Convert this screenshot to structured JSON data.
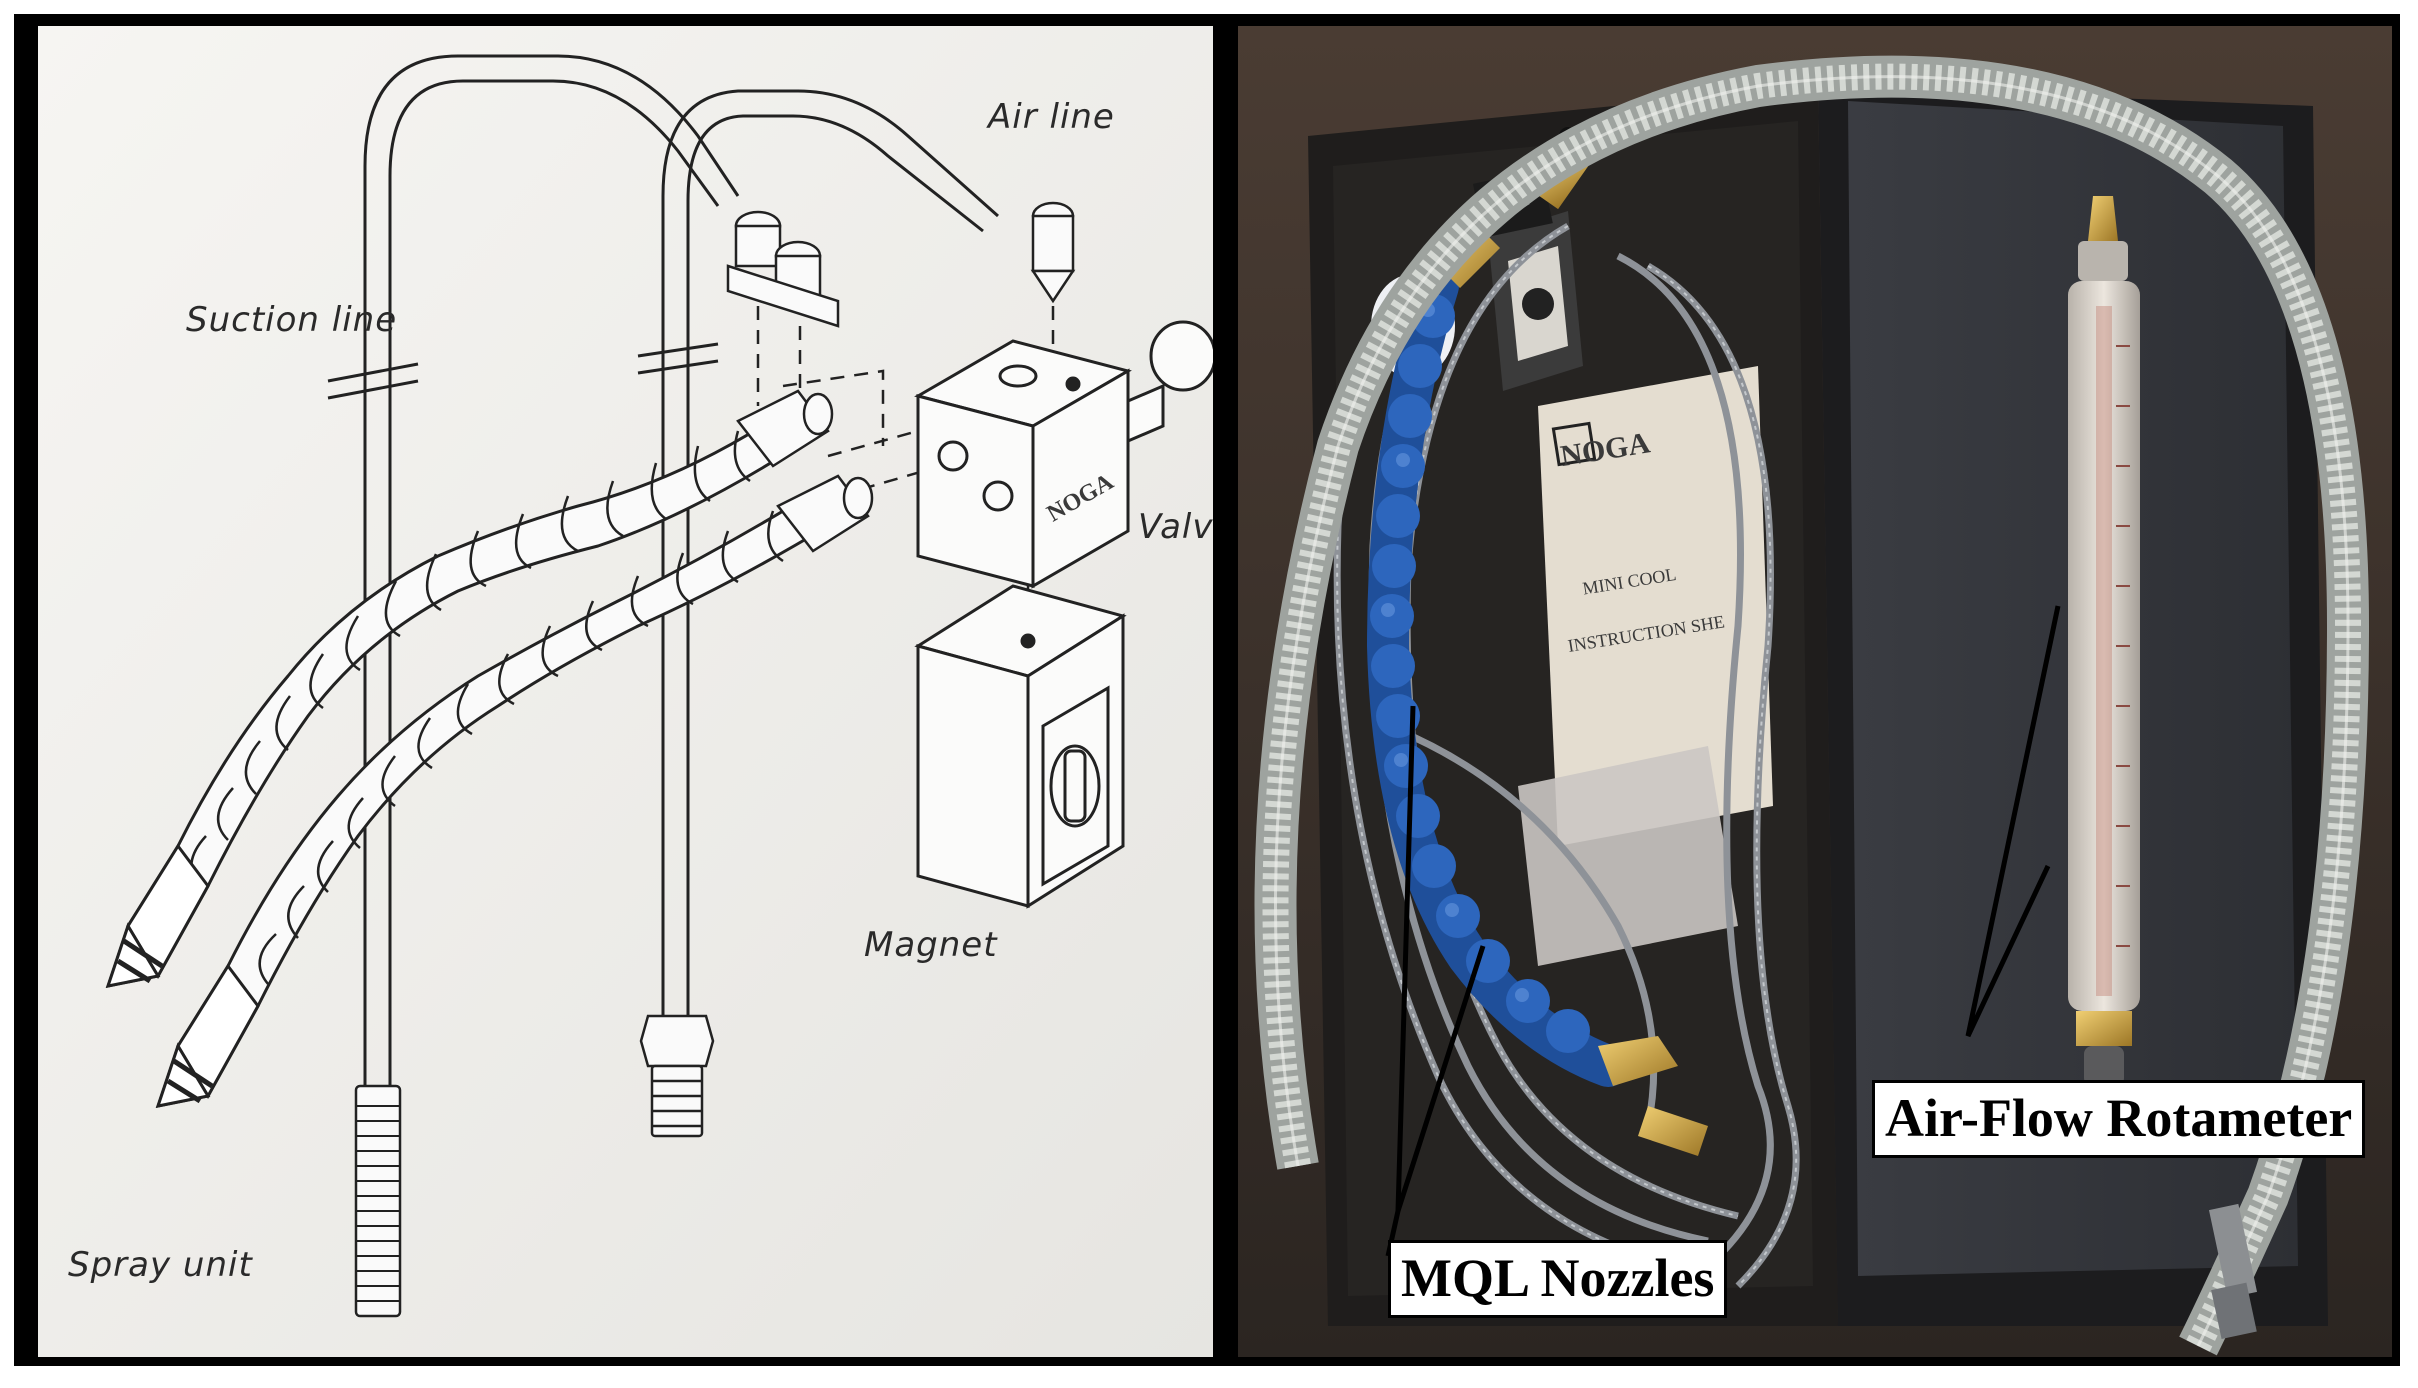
{
  "figure": {
    "left_panel": {
      "labels": {
        "air_line": "Air line",
        "suction_line": "Suction line",
        "valve": "Valve",
        "magnet": "Magnet",
        "spray_unit": "Spray unit",
        "brand_stamp": "NOGA"
      }
    },
    "right_panel": {
      "booklet": {
        "brand": "NOGA",
        "line1": "MINI COOL",
        "line2": "INSTRUCTION SHE"
      },
      "callouts": {
        "rotameter": "Air-Flow Rotameter",
        "nozzles": "MQL Nozzles"
      }
    },
    "colors": {
      "frame": "#000000",
      "paper": "#f2f1ee",
      "nozzle_blue": "#1f4f9a",
      "brass": "#c9a24a",
      "case": "#23211f"
    }
  }
}
